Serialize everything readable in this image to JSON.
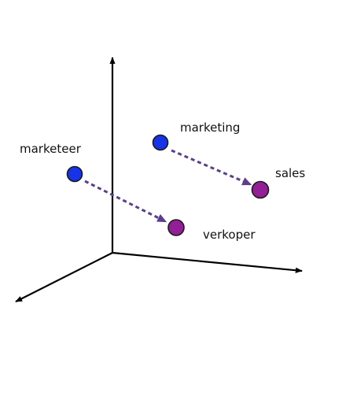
{
  "colors": {
    "axis": "#000000",
    "arrow": "#5b3f8c",
    "source_point": "#1733e8",
    "target_point": "#931f96",
    "point_outline": "#1a1a1a"
  },
  "points": {
    "marketing": {
      "label": "marketing",
      "kind": "source"
    },
    "marketeer": {
      "label": "marketeer",
      "kind": "source"
    },
    "sales": {
      "label": "sales",
      "kind": "target"
    },
    "verkoper": {
      "label": "verkoper",
      "kind": "target"
    }
  },
  "relations": [
    {
      "from": "marketing",
      "to": "sales",
      "style": "dashed-arrow"
    },
    {
      "from": "marketeer",
      "to": "verkoper",
      "style": "dashed-arrow"
    }
  ]
}
